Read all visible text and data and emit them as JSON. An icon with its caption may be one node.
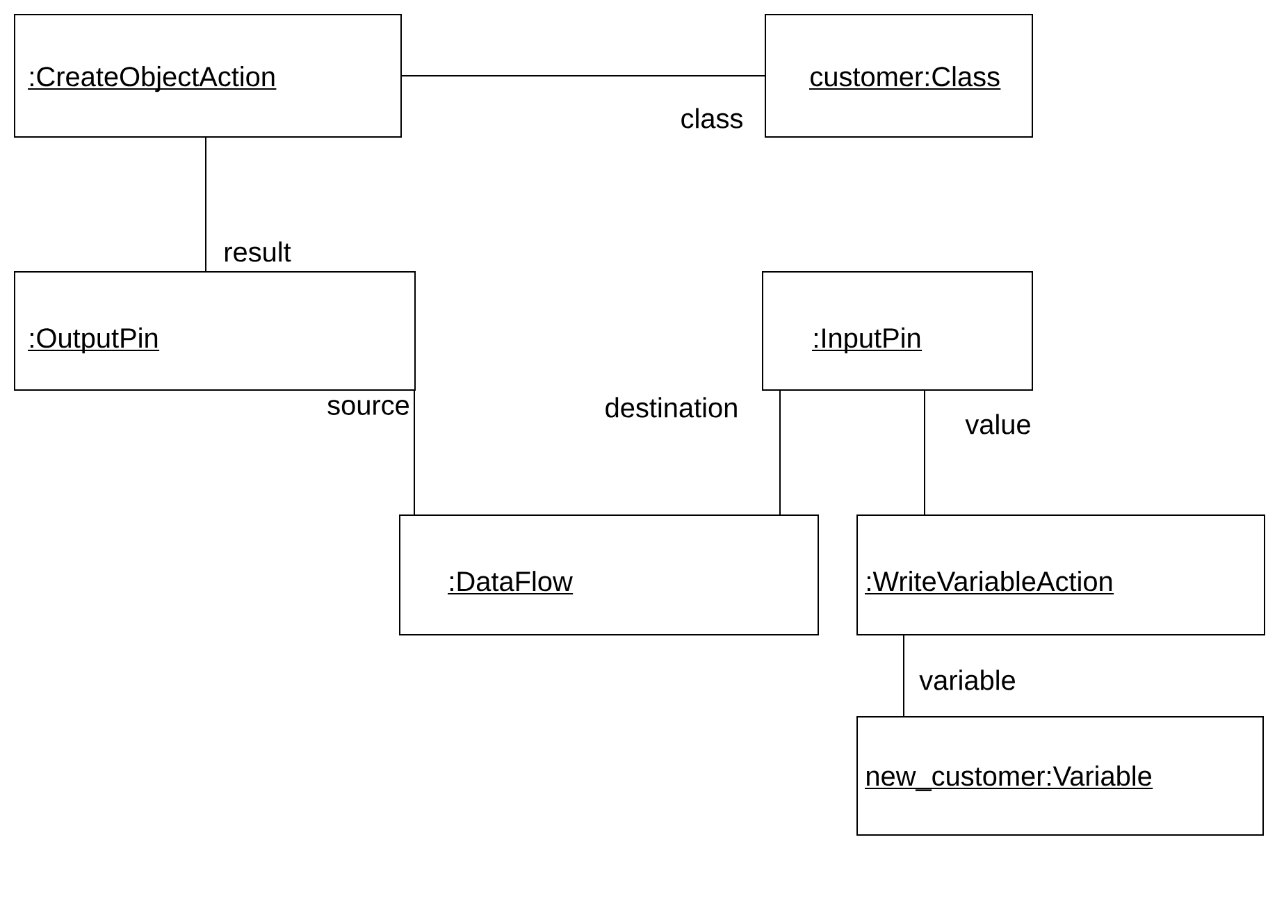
{
  "diagram": {
    "nodes": [
      {
        "text": [
          ":CreateObjectAction"
        ]
      },
      {
        "text": [
          "customer:Class"
        ]
      },
      {
        "text": [
          ":OutputPin"
        ]
      },
      {
        "text": [
          ":InputPin"
        ]
      },
      {
        "text": [
          ":DataFlow"
        ]
      },
      {
        "text": [
          ":WriteVariableAction"
        ]
      },
      {
        "text": [
          "new_customer:Variable"
        ]
      }
    ],
    "edges": [
      {
        "from": 0,
        "to": 1,
        "arrow": "none",
        "label": "class"
      },
      {
        "from": 0,
        "to": 2,
        "arrow": "none",
        "label": "result"
      },
      {
        "from": 2,
        "to": 4,
        "arrow": "none",
        "label": "source"
      },
      {
        "from": 3,
        "to": 4,
        "arrow": "none",
        "label": "destination"
      },
      {
        "from": 3,
        "to": 5,
        "arrow": "none",
        "label": "value"
      },
      {
        "from": 5,
        "to": 6,
        "arrow": "none",
        "label": "variable"
      }
    ]
  }
}
